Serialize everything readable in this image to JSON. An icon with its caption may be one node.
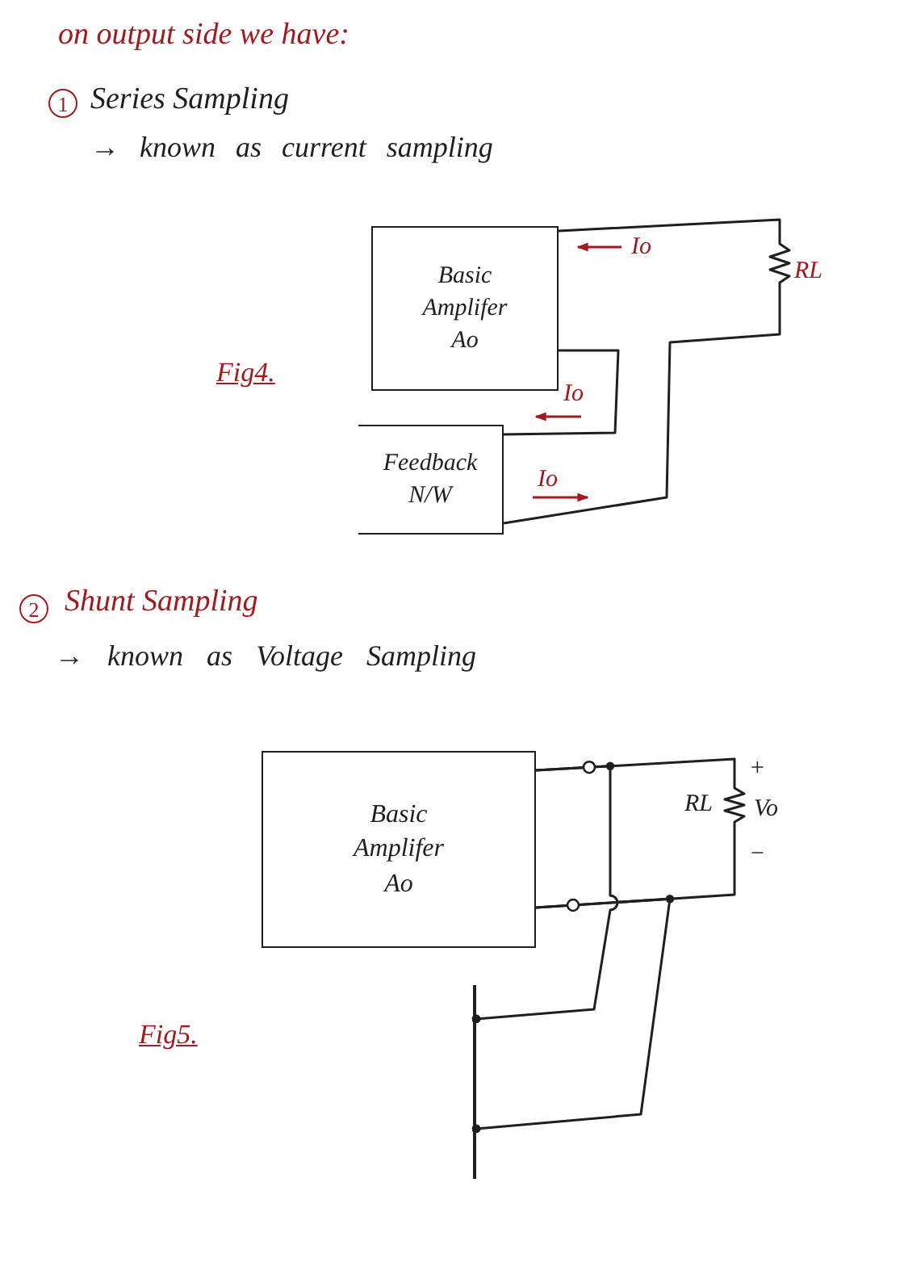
{
  "diagram": {
    "title": "on output side we have:",
    "nodes": [
      {
        "text": [
          "Basic Amplifer Ao"
        ]
      },
      {
        "text": [],
        "shape": "resistor",
        "beside": [
          "RL"
        ]
      },
      {
        "text": [
          "Feedback N/W"
        ]
      },
      {
        "text": [
          "Basic Amplifer Ao"
        ]
      },
      {
        "text": [],
        "shape": "resistor",
        "beside": [
          "RL",
          "+",
          "Vo",
          "−"
        ]
      },
      {
        "text": [],
        "shape": "bar"
      }
    ],
    "edges": [
      {
        "from": 0,
        "to": 1,
        "arrow": "none",
        "label": "Io"
      },
      {
        "from": 1,
        "to": 2,
        "arrow": "none",
        "label": "Io"
      },
      {
        "from": 0,
        "to": 2,
        "arrow": "none",
        "label": "Io"
      },
      {
        "from": 3,
        "to": 4,
        "arrow": "none"
      },
      {
        "from": 3,
        "to": 4,
        "arrow": "none"
      },
      {
        "from": 3,
        "to": 5,
        "arrow": "other"
      },
      {
        "from": 3,
        "to": 5,
        "arrow": "other"
      }
    ],
    "labels": [
      "1",
      "Series Sampling",
      "→ known as current sampling",
      "Fig4.",
      "2",
      "Shunt Sampling",
      "→ known as Voltage Sampling",
      "Fig5."
    ]
  }
}
